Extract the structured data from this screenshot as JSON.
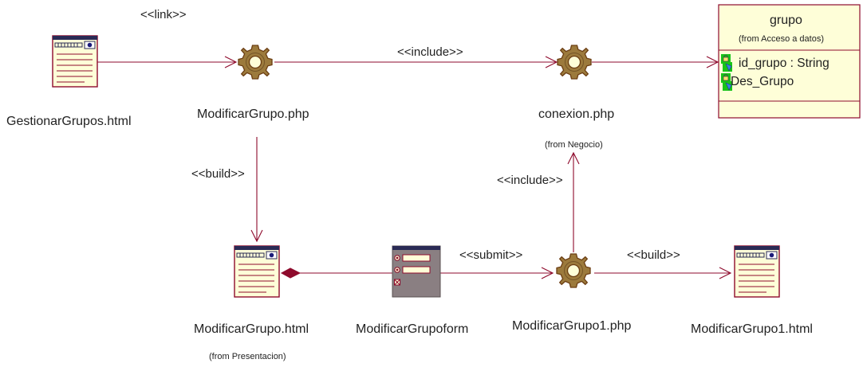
{
  "colors": {
    "line": "#8e0a2c",
    "box_fill": "#fefed8",
    "box_border": "#8e0a2c",
    "gear_fill": "#9c7a3c",
    "gear_stroke": "#6b3d12",
    "icon_green": "#18c418"
  },
  "nodes": {
    "gestionar": {
      "label": "GestionarGrupos.html",
      "icon": "client-page-icon"
    },
    "modificar_php": {
      "label": "ModificarGrupo.php",
      "icon": "server-page-gear-icon"
    },
    "conexion": {
      "label": "conexion.php",
      "package": "(from Negocio)",
      "icon": "server-page-gear-icon"
    },
    "modificar_html": {
      "label": "ModificarGrupo.html",
      "package": "(from Presentacion)",
      "icon": "client-page-icon"
    },
    "form": {
      "label": "ModificarGrupoform",
      "icon": "html-form-icon"
    },
    "modificar1_php": {
      "label": "ModificarGrupo1.php",
      "icon": "server-page-gear-icon"
    },
    "modificar1_html": {
      "label": "ModificarGrupo1.html",
      "icon": "client-page-icon"
    }
  },
  "class_box": {
    "name": "grupo",
    "package": "(from Acceso a datos)",
    "attributes": [
      "id_grupo : String",
      "Des_Grupo"
    ]
  },
  "relations": [
    {
      "id": "rel-link",
      "stereotype": "<<link>>",
      "from": "gestionar",
      "to": "modificar_php"
    },
    {
      "id": "rel-include-1",
      "stereotype": "<<include>>",
      "from": "modificar_php",
      "to": "conexion"
    },
    {
      "id": "rel-assoc",
      "stereotype": "",
      "from": "conexion",
      "to": "grupo"
    },
    {
      "id": "rel-build-1",
      "stereotype": "<<build>>",
      "from": "modificar_php",
      "to": "modificar_html"
    },
    {
      "id": "rel-aggregation",
      "stereotype": "",
      "from": "form",
      "to": "modificar_html"
    },
    {
      "id": "rel-submit",
      "stereotype": "<<submit>>",
      "from": "form",
      "to": "modificar1_php"
    },
    {
      "id": "rel-include-2",
      "stereotype": "<<include>>",
      "from": "modificar1_php",
      "to": "conexion"
    },
    {
      "id": "rel-build-2",
      "stereotype": "<<build>>",
      "from": "modificar1_php",
      "to": "modificar1_html"
    }
  ]
}
